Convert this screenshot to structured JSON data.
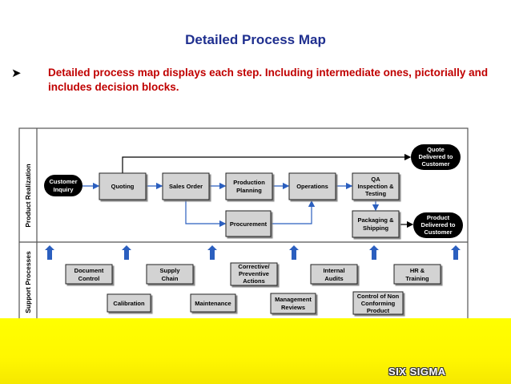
{
  "slide": {
    "title": "Detailed Process Map",
    "bullet_text": "Detailed process map displays each step. Including intermediate ones, pictorially and includes decision blocks.",
    "brand": "SIX SIGMA"
  },
  "lanes": {
    "top": "Product Realization",
    "bottom": "Support Processes"
  },
  "process_nodes": {
    "customer_inquiry": [
      "Customer",
      "Inquiry"
    ],
    "quoting": [
      "Quoting"
    ],
    "sales_order": [
      "Sales Order"
    ],
    "production_planning": [
      "Production",
      "Planning"
    ],
    "operations": [
      "Operations"
    ],
    "qa": [
      "QA",
      "Inspection &",
      "Testing"
    ],
    "procurement": [
      "Procurement"
    ],
    "packaging": [
      "Packaging &",
      "Shipping"
    ],
    "quote_delivered": [
      "Quote",
      "Delivered to",
      "Customer"
    ],
    "product_delivered": [
      "Product",
      "Delivered to",
      "Customer"
    ]
  },
  "support_nodes": {
    "document_control": [
      "Document",
      "Control"
    ],
    "supply_chain": [
      "Supply",
      "Chain"
    ],
    "corrective_actions": [
      "Corrective/",
      "Preventive",
      "Actions"
    ],
    "internal_audits": [
      "Internal",
      "Audits"
    ],
    "hr_training": [
      "HR &",
      "Training"
    ],
    "calibration": [
      "Calibration"
    ],
    "maintenance": [
      "Maintenance"
    ],
    "management_reviews": [
      "Management",
      "Reviews"
    ],
    "control_non_conforming": [
      "Control of Non",
      "Conforming",
      "Product"
    ]
  },
  "colors": {
    "title": "#1f2f8f",
    "bullet": "#c00000",
    "box_fill": "#d3d3d3",
    "terminal_fill": "#000000",
    "arrow_blue": "#2b5fbf",
    "footer": "#ffff00"
  }
}
